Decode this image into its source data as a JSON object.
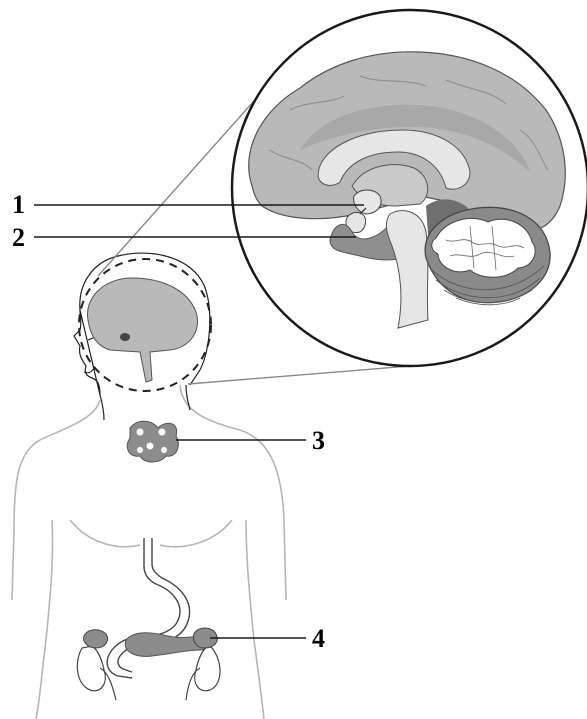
{
  "labels": {
    "one": "1",
    "two": "2",
    "three": "3",
    "four": "4"
  },
  "colors": {
    "outline": "#1a1a1a",
    "body_outline": "#b5b5b5",
    "brain_light": "#b9b9b9",
    "brain_mid": "#9a9a9a",
    "brain_dark": "#6f6f6f",
    "brain_pale": "#e6e6e6",
    "organ": "#8c8c8c"
  }
}
